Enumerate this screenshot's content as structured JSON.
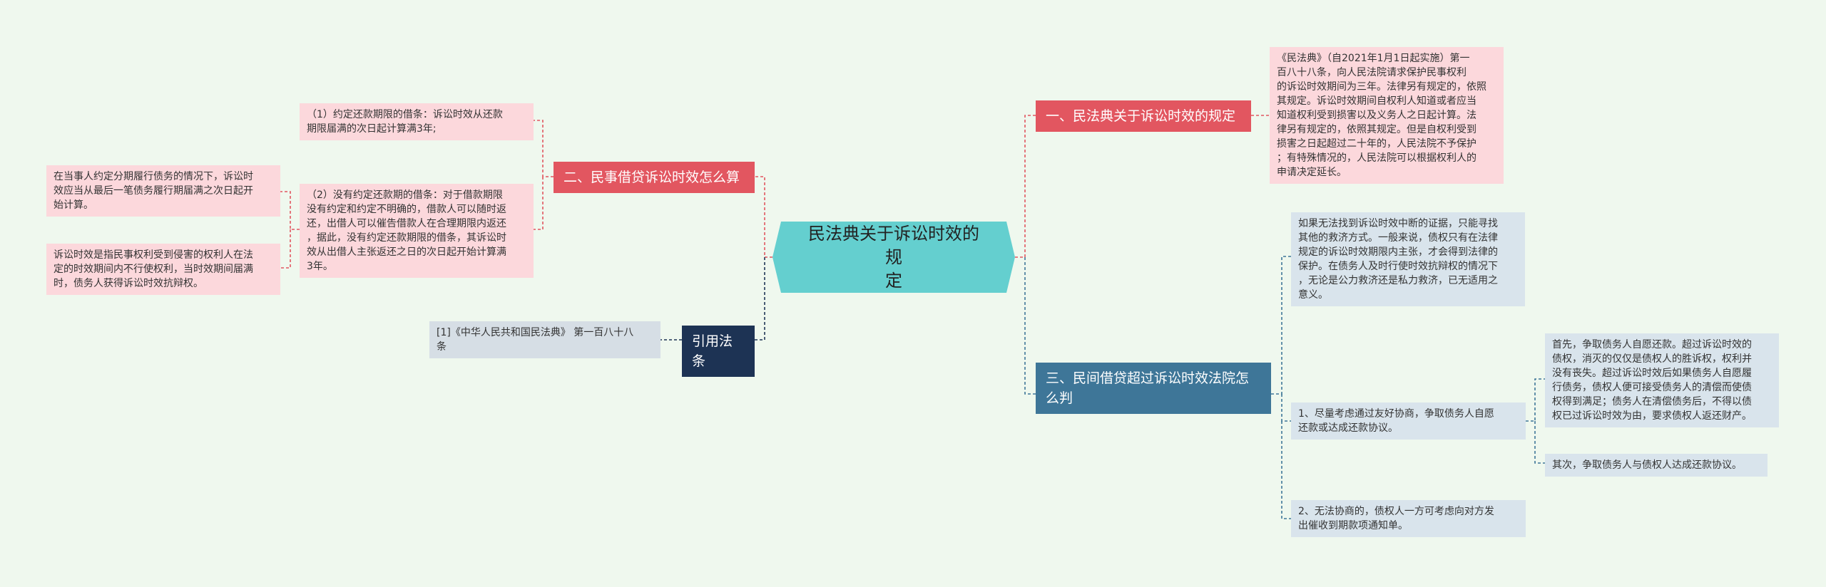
{
  "center": {
    "title": "民法典关于诉讼时效的规\n定"
  },
  "branches": {
    "b1": {
      "title": "一、民法典关于诉讼时效的规定",
      "leaf": "《民法典》（自2021年1月1日起实施）第一\n百八十八条，向人民法院请求保护民事权利\n的诉讼时效期间为三年。法律另有规定的，依照\n其规定。诉讼时效期间自权利人知道或者应当\n知道权利受到损害以及义务人之日起计算。法\n律另有规定的，依照其规定。但是自权利受到\n损害之日起超过二十年的，人民法院不予保护\n；有特殊情况的，人民法院可以根据权利人的\n申请决定延长。"
    },
    "b2": {
      "title": "二、民事借贷诉讼时效怎么算",
      "leaf1": "（1）约定还款期限的借条：诉讼时效从还款\n期限届满的次日起计算满3年;",
      "leaf2": "（2）没有约定还款期的借条：对于借款期限\n没有约定和约定不明确的，借款人可以随时返\n还，出借人可以催告借款人在合理期限内返还\n，据此，没有约定还款期限的借条，其诉讼时\n效从出借人主张返还之日的次日起开始计算满\n3年。",
      "leaf2a": "在当事人约定分期履行债务的情况下，诉讼时\n效应当从最后一笔债务履行期届满之次日起开\n始计算。",
      "leaf2b": "诉讼时效是指民事权利受到侵害的权利人在法\n定的时效期间内不行使权利，当时效期间届满\n时，债务人获得诉讼时效抗辩权。"
    },
    "b3": {
      "title": "引用法条",
      "leaf": "[1]《中华人民共和国民法典》 第一百八十八\n条"
    },
    "b4": {
      "title": "三、民间借贷超过诉讼时效法院怎\n么判",
      "leaf1": "如果无法找到诉讼时效中断的证据，只能寻找\n其他的救济方式。一般来说，债权只有在法律\n规定的诉讼时效期限内主张，才会得到法律的\n保护。在债务人及时行使时效抗辩权的情况下\n，无论是公力救济还是私力救济，已无适用之\n意义。",
      "leaf2": "1、尽量考虑通过友好协商，争取债务人自愿\n还款或达成还款协议。",
      "leaf2a": "首先，争取债务人自愿还款。超过诉讼时效的\n债权，消灭的仅仅是债权人的胜诉权，权利并\n没有丧失。超过诉讼时效后如果债务人自愿履\n行债务，债权人便可接受债务人的清偿而使债\n权得到满足；债务人在清偿债务后，不得以债\n权已过诉讼时效为由，要求债权人返还财产。",
      "leaf2b": "其次，争取债务人与债权人达成还款协议。",
      "leaf3": "2、无法协商的，债权人一方可考虑向对方发\n出催收到期款项通知单。"
    }
  }
}
